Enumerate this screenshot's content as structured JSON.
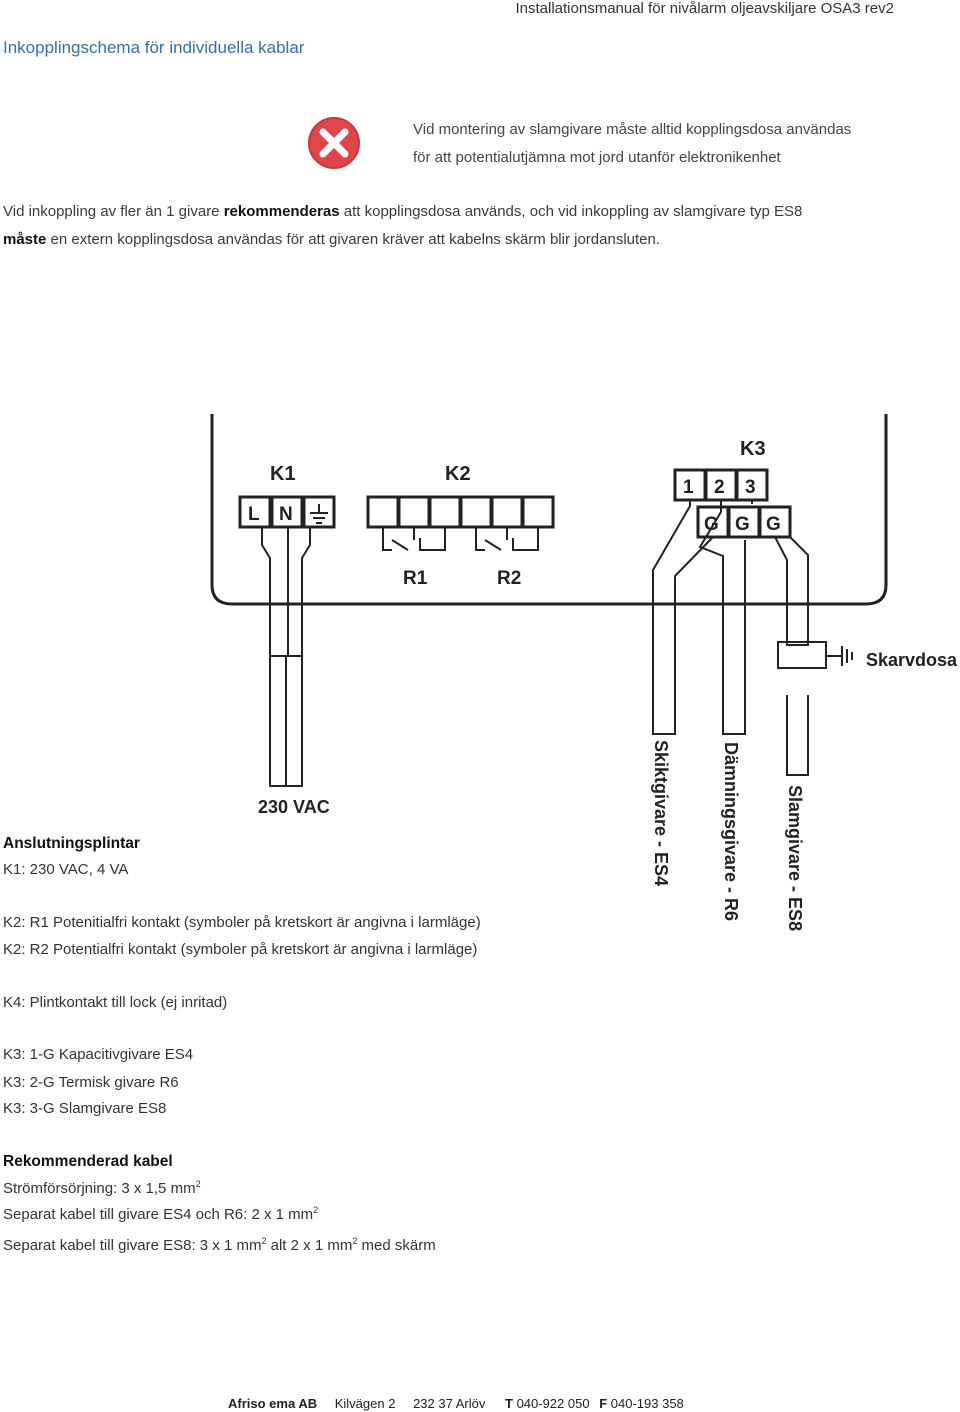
{
  "header": {
    "doc_title": "Installationsmanual för nivålarm oljeavskiljare OSA3 rev2"
  },
  "section_title": "Inkopplingschema för individuella kablar",
  "warning": {
    "icon": "error-x-icon",
    "color": "#e0454b",
    "line1": "Vid montering av slamgivare måste alltid kopplingsdosa användas",
    "line2": "för att potentialutjämna mot jord utanför elektronikenhet"
  },
  "intro": {
    "p1_a": "Vid inkoppling av fler än 1 givare ",
    "p1_b": "rekommenderas",
    "p1_c": " att kopplingsdosa används, och vid inkoppling av slamgivare typ ES8",
    "p2_a": "måste",
    "p2_b": " en extern kopplingsdosa användas för att givaren kräver att kabelns skärm blir jordansluten."
  },
  "diagram": {
    "k1": "K1",
    "k2": "K2",
    "k3": "K3",
    "k1_terms": [
      "L",
      "N"
    ],
    "k3_nums": [
      "1",
      "2",
      "3"
    ],
    "k3_g": [
      "G",
      "G",
      "G"
    ],
    "r1": "R1",
    "r2": "R2",
    "power": "230 VAC",
    "box": "Skarvdosa",
    "sensors": [
      "Skiktgivare - ES4",
      "Dämningsgivare - R6",
      "Slamgivare - ES8"
    ]
  },
  "legend": {
    "heading": "Anslutningsplintar",
    "k1": "K1: 230 VAC, 4 VA",
    "k2a": "K2: R1 Potenitialfri kontakt (symboler på kretskort är angivna i larmläge)",
    "k2b": "K2: R2 Potentialfri kontakt (symboler på kretskort är angivna i larmläge)",
    "k4": "K4: Plintkontakt till lock (ej inritad)",
    "k3a": "K3: 1-G Kapacitivgivare ES4",
    "k3b": "K3: 2-G Termisk givare R6",
    "k3c": "K3: 3-G Slamgivare ES8"
  },
  "cable": {
    "heading": "Rekommenderad kabel",
    "l1": "Strömförsörjning: 3 x 1,5 mm",
    "l2": "Separat kabel till givare ES4 och R6: 2 x 1 mm",
    "l3_a": "Separat kabel till givare ES8: 3 x 1 mm",
    "l3_b": " alt 2 x 1 mm",
    "l3_c": " med skärm",
    "sup": "2"
  },
  "footer": {
    "company": "Afriso ema AB",
    "street": "Kilvägen 2",
    "city": "232 37 Arlöv",
    "t_label": "T",
    "phone": "040-922 050",
    "f_label": "F",
    "fax": "040-193 358"
  }
}
